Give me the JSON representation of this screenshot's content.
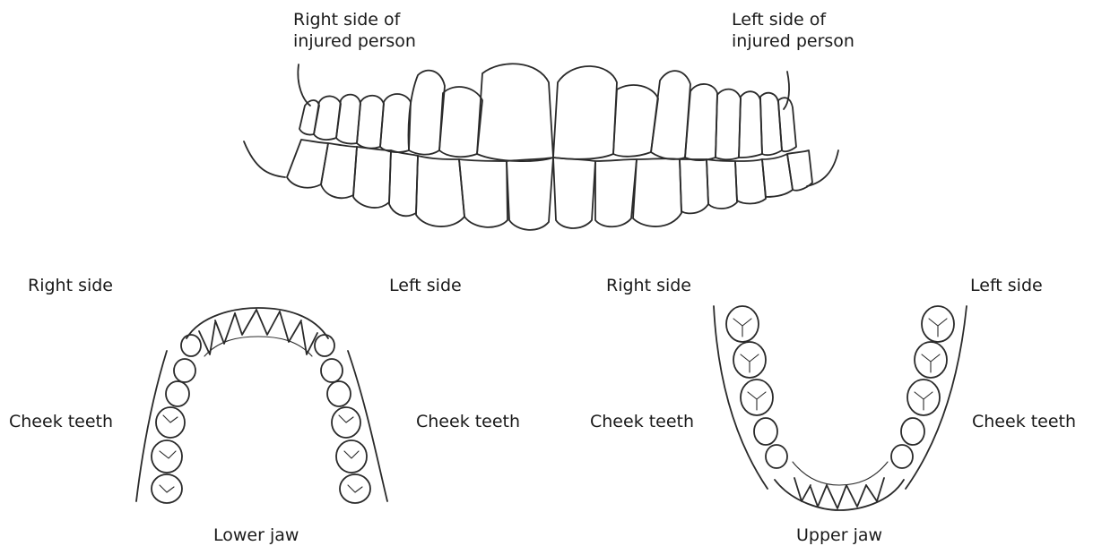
{
  "front_view": {
    "right_label": "Right side of\ninjured person",
    "left_label": "Left side of\ninjured person"
  },
  "lower_jaw": {
    "right_side": "Right side",
    "left_side": "Left side",
    "cheek_left": "Cheek teeth",
    "cheek_right": "Cheek teeth",
    "caption": "Lower jaw"
  },
  "upper_jaw": {
    "right_side": "Right side",
    "left_side": "Left side",
    "cheek_left": "Cheek teeth",
    "cheek_right": "Cheek teeth",
    "caption": "Upper jaw"
  }
}
